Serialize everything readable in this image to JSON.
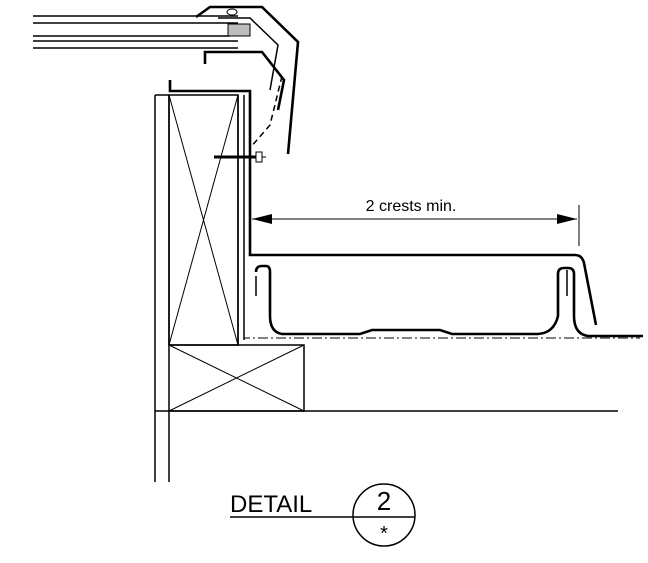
{
  "dimension": {
    "label": "2 crests min."
  },
  "detail_tag": {
    "label": "DETAIL",
    "number": "2",
    "sheet": "*"
  }
}
